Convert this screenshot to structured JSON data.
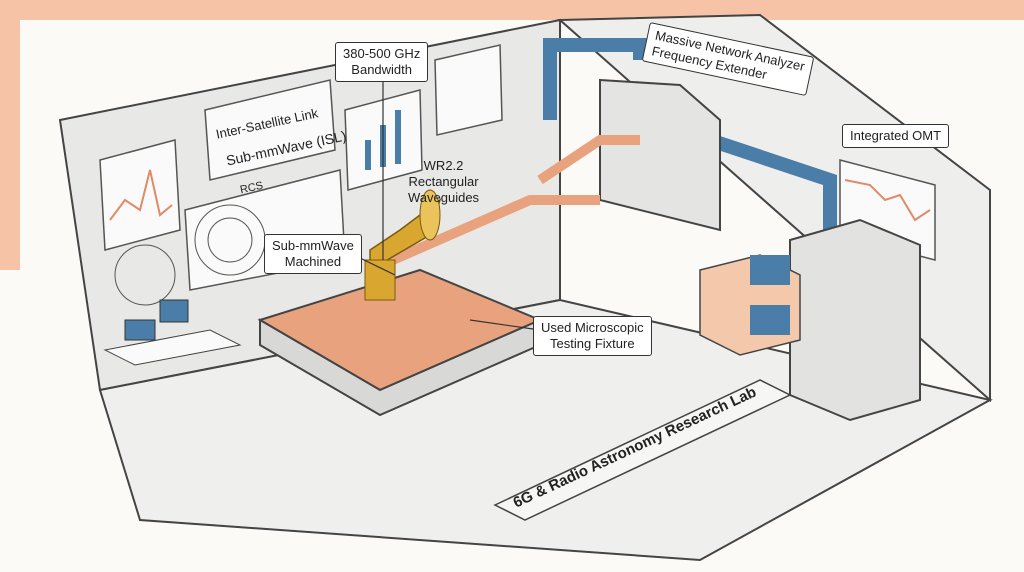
{
  "labels": {
    "bandwidth": "380-500 GHz\nBandwidth",
    "isl_line1": "Inter-Satellite Link",
    "isl_line2": "Sub-mmWave (ISL)",
    "rcs": "RCS",
    "waveguides": "WR2.2\nRectangular\nWaveguides",
    "analyzer": "Massive Network Analyzer\nFrequency Extender",
    "omt": "Integrated OMT",
    "machined": "Sub-mmWave\nMachined",
    "fixture": "Used Microscopic\nTesting Fixture",
    "lab_sign": "6G & Radio Astronomy Research Lab"
  },
  "colors": {
    "accent": "#f4b998",
    "blue": "#4a7ea8",
    "gold": "#d9a730",
    "copper": "#e9a27e",
    "line": "#333333"
  }
}
